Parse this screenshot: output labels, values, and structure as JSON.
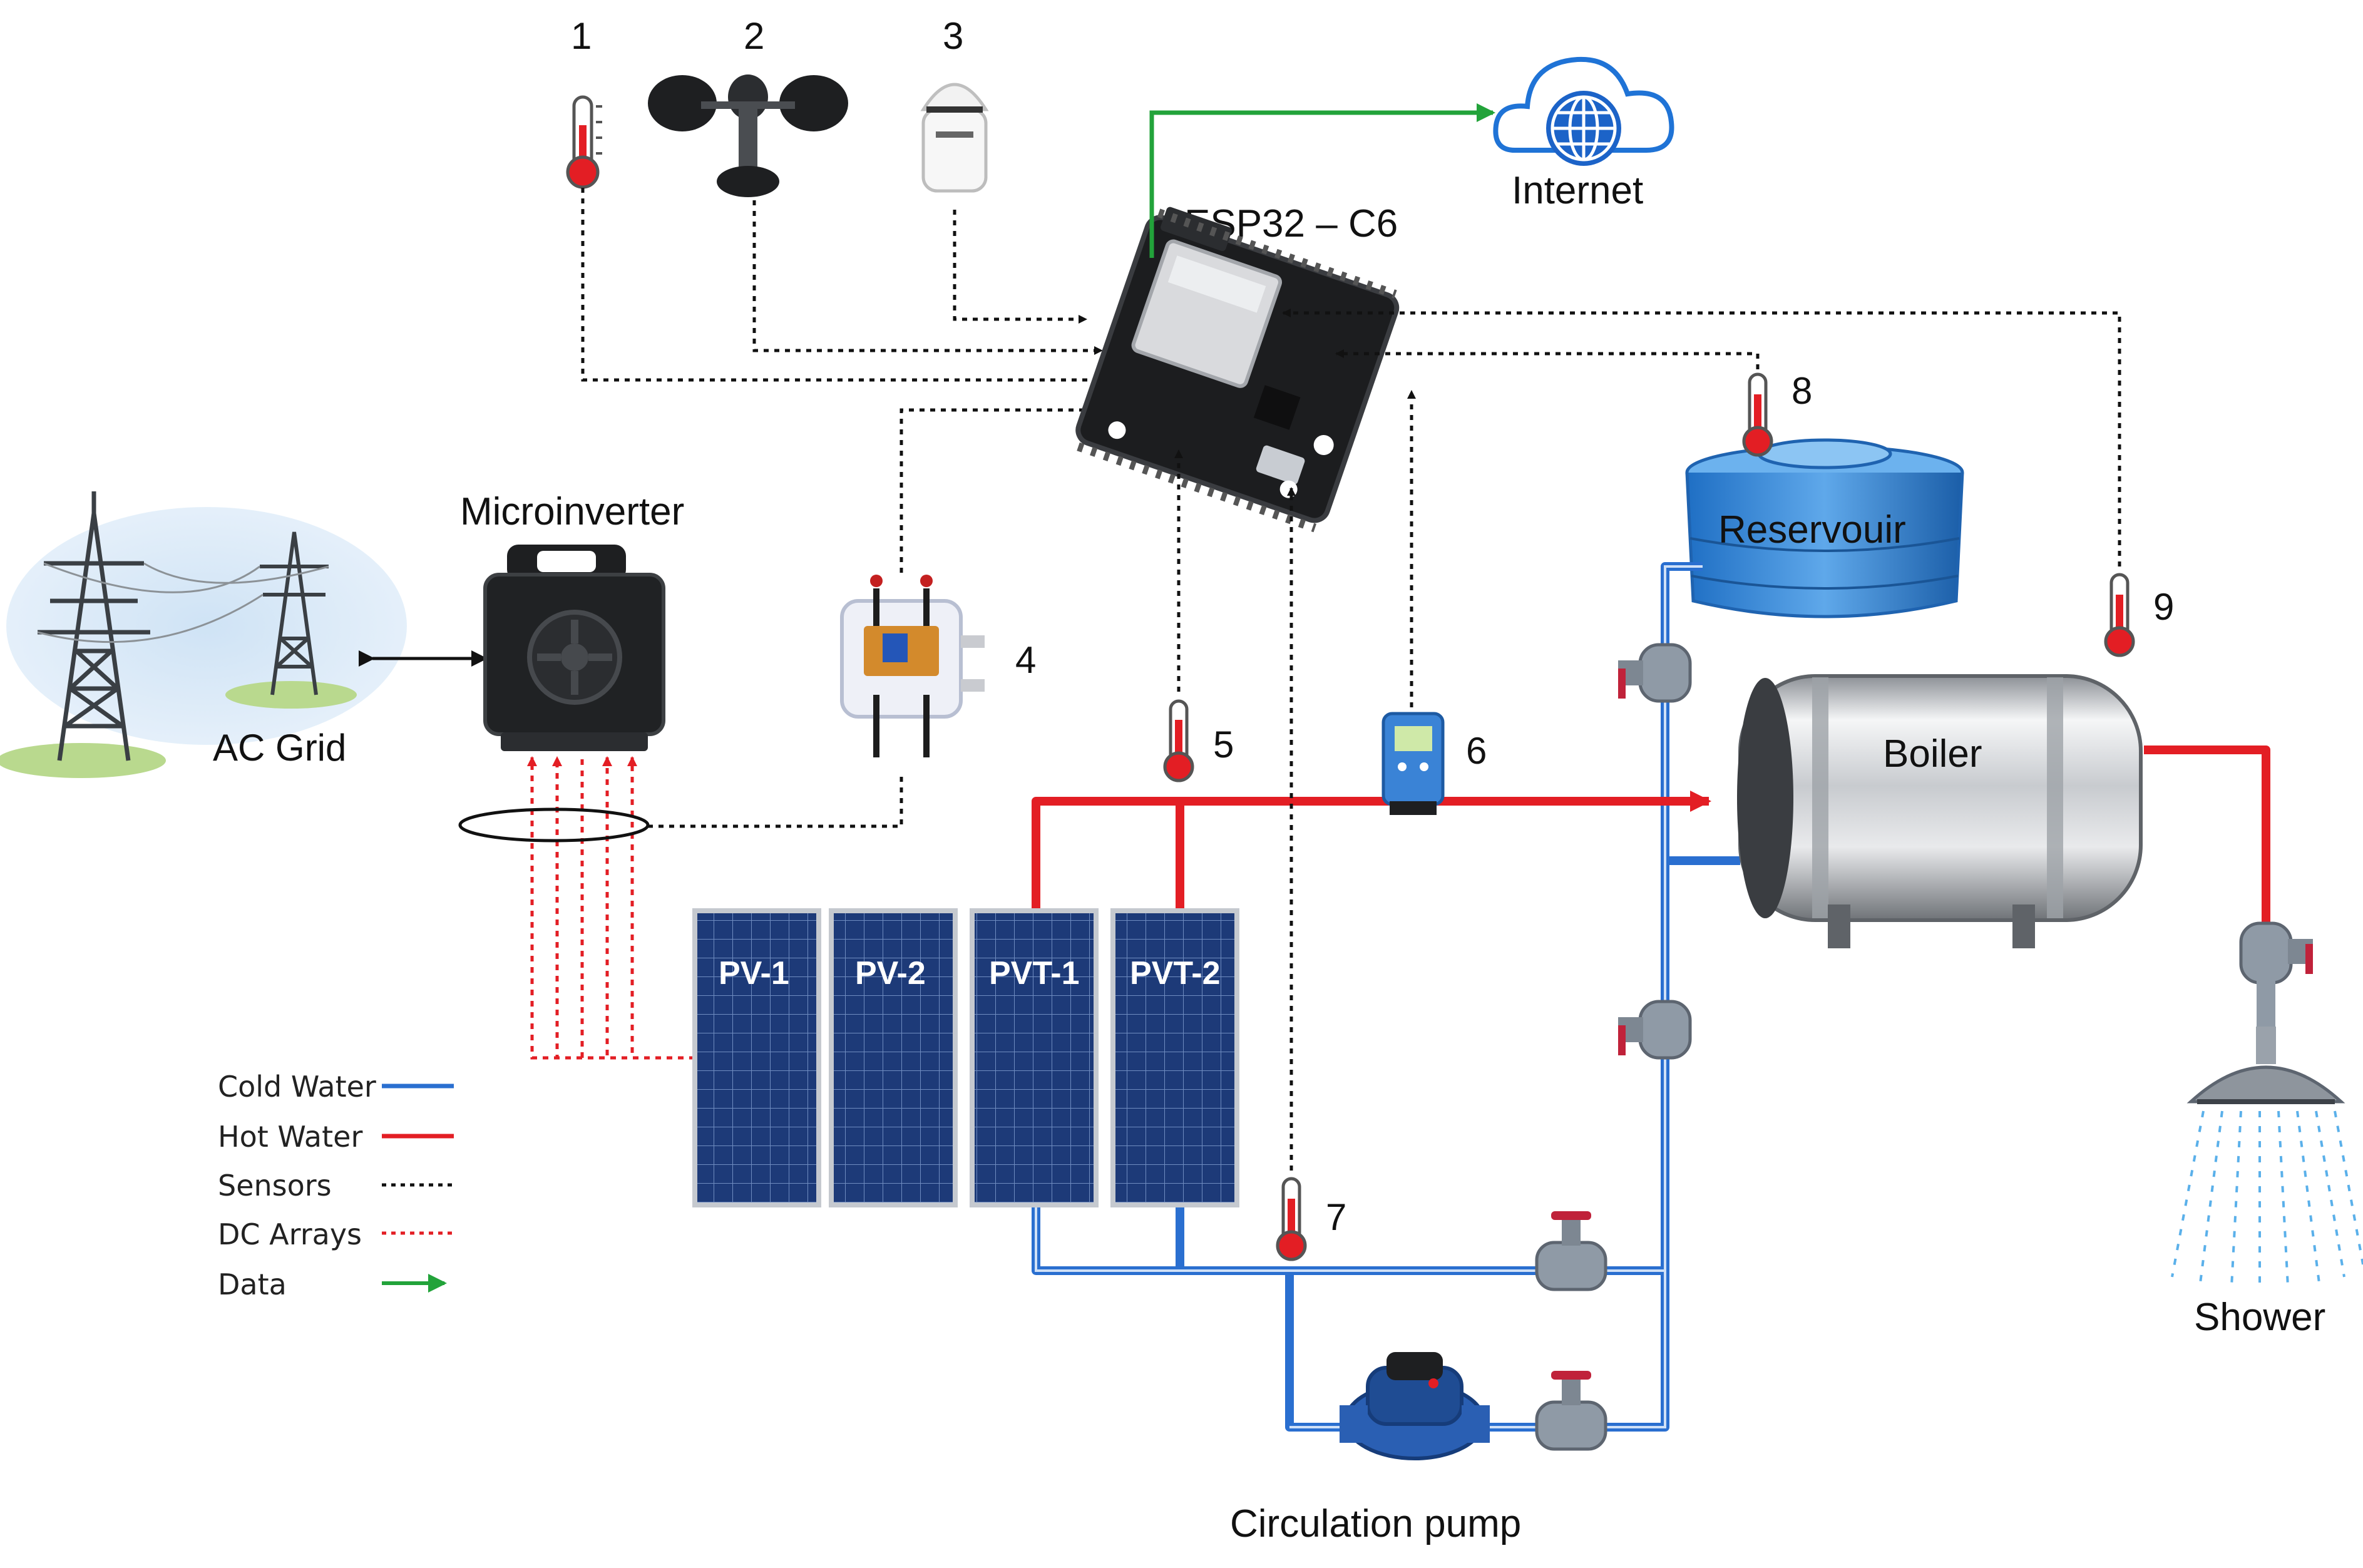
{
  "labels": {
    "esp32": "ESP32 – C6",
    "internet": "Internet",
    "microinverter": "Microinverter",
    "ac_grid": "AC Grid",
    "reservoir": "Reservouir",
    "boiler": "Boiler",
    "shower": "Shower",
    "pump": "Circulation pump"
  },
  "sensor_numbers": {
    "s1": "1",
    "s2": "2",
    "s3": "3",
    "s4": "4",
    "s5": "5",
    "s6": "6",
    "s7": "7",
    "s8": "8",
    "s9": "9"
  },
  "panels": {
    "p1": "PV-1",
    "p2": "PV-2",
    "p3": "PVT-1",
    "p4": "PVT-2"
  },
  "legend": {
    "cold": "Cold Water",
    "hot": "Hot Water",
    "sensors": "Sensors",
    "dc": "DC Arrays",
    "data": "Data"
  },
  "colors": {
    "cold_water": "#2a6fd0",
    "hot_water": "#e31e24",
    "sensor_line": "#111111",
    "dc_array": "#e31e24",
    "data_line": "#22a33a"
  }
}
